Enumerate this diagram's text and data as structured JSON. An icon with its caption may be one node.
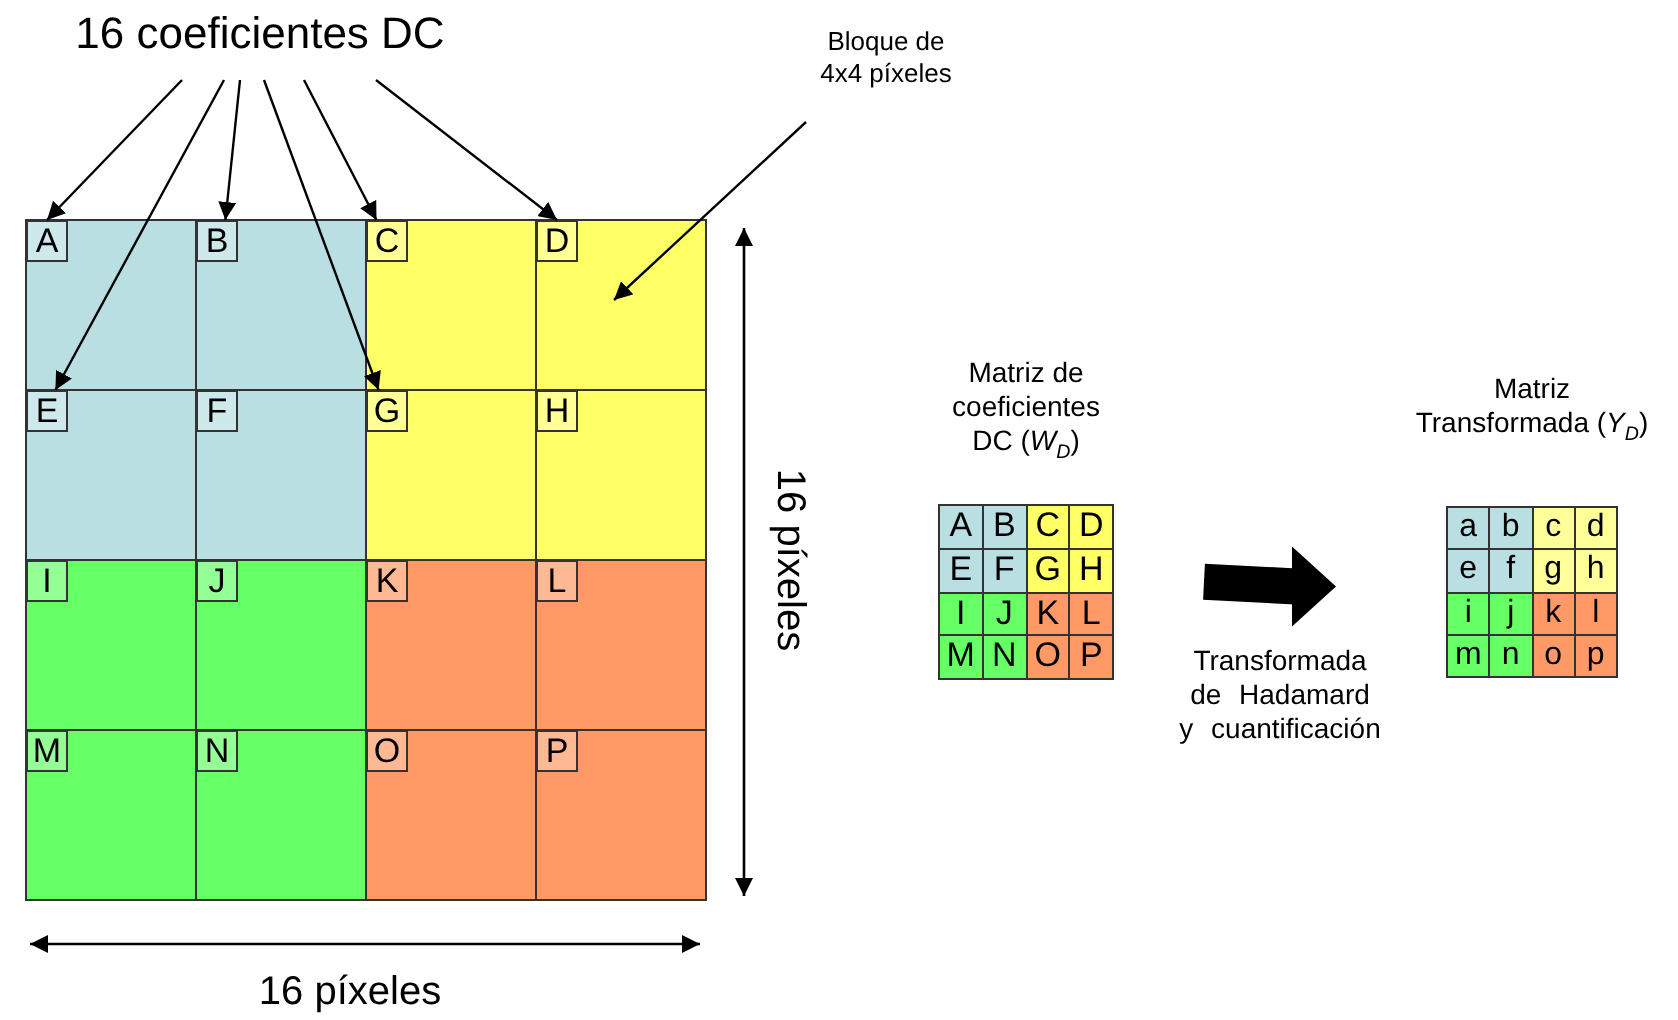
{
  "diagram": {
    "nodes": [
      {
        "text": [
          "16 coeficientes DC"
        ]
      },
      {
        "text": [
          "Bloque de 4x4 píxeles"
        ]
      },
      {
        "text": [
          "A"
        ]
      },
      {
        "text": [
          "B"
        ]
      },
      {
        "text": [
          "C"
        ]
      },
      {
        "text": [
          "D"
        ]
      },
      {
        "text": [
          "E"
        ]
      },
      {
        "text": [
          "F"
        ]
      },
      {
        "text": [
          "G"
        ]
      },
      {
        "text": [
          "H"
        ]
      },
      {
        "text": [
          "I"
        ]
      },
      {
        "text": [
          "J"
        ]
      },
      {
        "text": [
          "K"
        ]
      },
      {
        "text": [
          "L"
        ]
      },
      {
        "text": [
          "M"
        ]
      },
      {
        "text": [
          "N"
        ]
      },
      {
        "text": [
          "O"
        ]
      },
      {
        "text": [
          "P"
        ]
      },
      {
        "text": [
          "Matriz de coeficientes DC (*W*$_{D}$)"
        ]
      },
      {
        "text": [
          "Matriz Transformada (*Y*$_{D}$)"
        ]
      }
    ],
    "edges": [
      {
        "from": 0,
        "to": 2,
        "arrow": "to"
      },
      {
        "from": 0,
        "to": 6,
        "arrow": "to"
      },
      {
        "from": 0,
        "to": 3,
        "arrow": "to"
      },
      {
        "from": 0,
        "to": 8,
        "arrow": "to"
      },
      {
        "from": 0,
        "to": 4,
        "arrow": "to"
      },
      {
        "from": 0,
        "to": 5,
        "arrow": "to"
      },
      {
        "from": 1,
        "to": null,
        "arrow": "to"
      },
      {
        "from": 18,
        "to": 19,
        "arrow": "to",
        "style": "thick",
        "label": "Transformada de Hadamard y cuantificación"
      }
    ],
    "labels": [
      "16 píxeles",
      "A",
      "B",
      "C",
      "D",
      "E",
      "F",
      "G",
      "H",
      "I",
      "J",
      "K",
      "L",
      "M",
      "N",
      "O",
      "P",
      "a",
      "b",
      "c",
      "d",
      "e",
      "f",
      "g",
      "h",
      "i",
      "j",
      "k",
      "l",
      "m",
      "n",
      "o",
      "p",
      "16 píxeles"
    ]
  }
}
